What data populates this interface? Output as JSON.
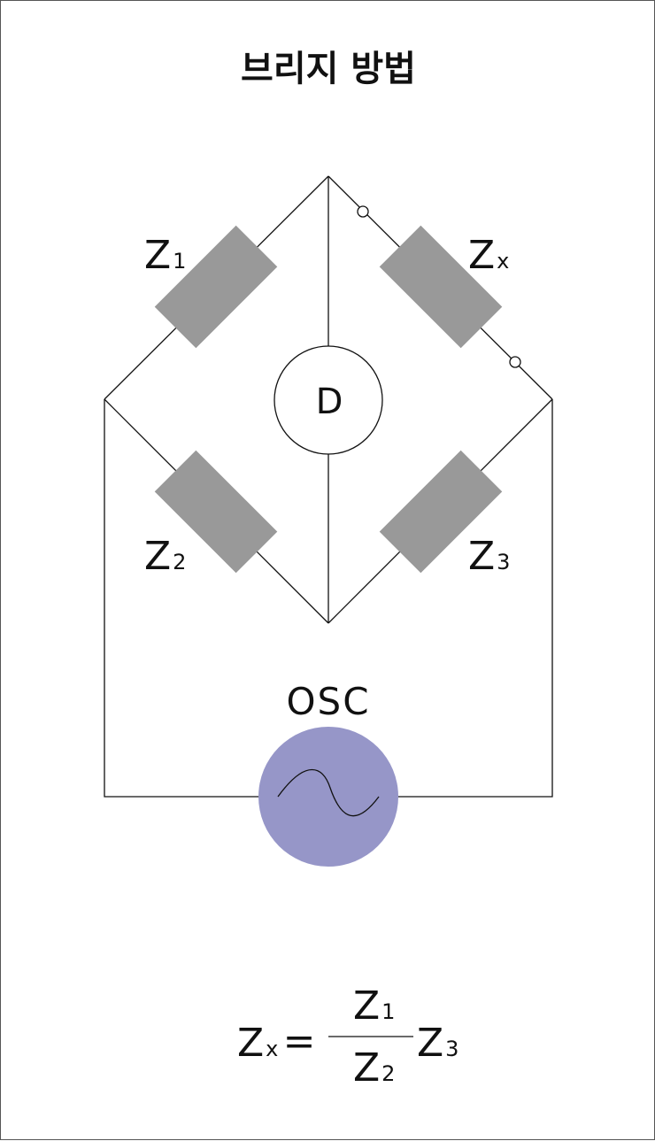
{
  "title": "브리지 방법",
  "impedances": {
    "z1": {
      "main": "Z",
      "sub": "1"
    },
    "zx": {
      "main": "Z",
      "sub": "x"
    },
    "z2": {
      "main": "Z",
      "sub": "2"
    },
    "z3": {
      "main": "Z",
      "sub": "3"
    }
  },
  "detector": {
    "label": "D"
  },
  "oscillator": {
    "label": "OSC",
    "color": "#9696c8"
  },
  "resistor_color": "#999999",
  "formula": {
    "lhs_main": "Z",
    "lhs_sub": "x",
    "equals": "=",
    "num_main": "Z",
    "num_sub": "1",
    "den_main": "Z",
    "den_sub": "2",
    "mult_main": "Z",
    "mult_sub": "3"
  }
}
